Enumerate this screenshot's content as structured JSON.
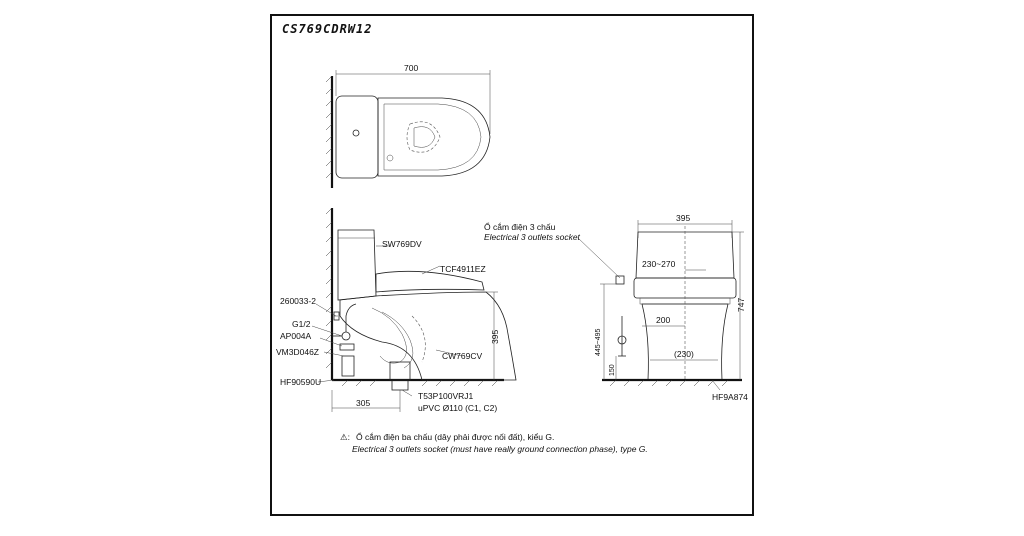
{
  "model_code": "CS769CDRW12",
  "dimensions": {
    "top_width": "700",
    "side_height": "395",
    "side_depth": "305",
    "front_width": "395",
    "front_height": "747",
    "range_230_270": "230~270",
    "range_445_495": "445~495",
    "dim_200": "200",
    "dim_230": "(230)",
    "dim_150": "150"
  },
  "parts": {
    "seat": "SW769DV",
    "bidet": "TCF4911EZ",
    "p260033": "260033-2",
    "g12": "G1/2",
    "ap004a": "AP004A",
    "vm3d046z": "VM3D046Z",
    "hf90590u": "HF90590U",
    "cw769cv": "CW769CV",
    "t53p100vrj1": "T53P100VRJ1",
    "upvc": "uPVC Ø110 (C1, C2)",
    "hf9a874": "HF9A874"
  },
  "socket": {
    "vn": "Ổ cắm điện 3 chấu",
    "en": "Electrical 3 outlets socket"
  },
  "notes": {
    "symbol": "⚠:",
    "vn": "Ổ cắm điện ba chấu (dây phải được nối đất), kiểu G.",
    "en": "Electrical 3 outlets socket (must have really ground connection phase), type G."
  }
}
